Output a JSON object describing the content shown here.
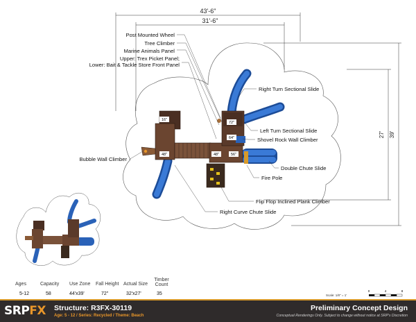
{
  "dimensions": {
    "overall_width": "43'-6\"",
    "inner_width": "31'-6\"",
    "inner_depth": "27'",
    "overall_depth": "39'"
  },
  "callouts": [
    "Post Mounted Wheel",
    "Tree Climber",
    "Marine Animals Panel",
    "Upper: Trex Picket Panel;",
    "Lower: Bait & Tackle Store Front Panel",
    "Right Turn Sectional Slide",
    "Left Turn Sectional Slide",
    "Shovel Rock Wall Climber",
    "Double Chute Slide",
    "Fire Pole",
    "Flip Flop Inclined Plank Climber",
    "Right Curve Chute Slide",
    "Bubble Wall Climber"
  ],
  "deck_heights": [
    "16\"",
    "72\"",
    "64\"",
    "48\"",
    "48\"",
    "56\""
  ],
  "stats": {
    "headers": [
      "Ages",
      "Capacity",
      "Use Zone",
      "Fall Height",
      "Actual Size",
      "Timber Count"
    ],
    "values": [
      "5-12",
      "58",
      "44'x39'",
      "72\"",
      "32'x27'",
      "35"
    ]
  },
  "scale": {
    "label": "Scale: 1/8\" = 1'",
    "ticks": [
      "0",
      "4",
      "8"
    ]
  },
  "footer": {
    "logo_main": "SRP",
    "logo_accent": "FX",
    "structure": "Structure: R3FX-30119",
    "subtitle": "Age: 5 - 12 / Series: Recycled / Theme: Beach",
    "concept": "Preliminary Concept Design",
    "disclaimer": "Conceptual Renderings Only. Subject to change without notice at SRP's Discretion"
  },
  "colors": {
    "deck": "#5a3a2a",
    "slide": "#2a62b8",
    "accent": "#d89a2a",
    "footer_bg": "#2f2b2b"
  }
}
